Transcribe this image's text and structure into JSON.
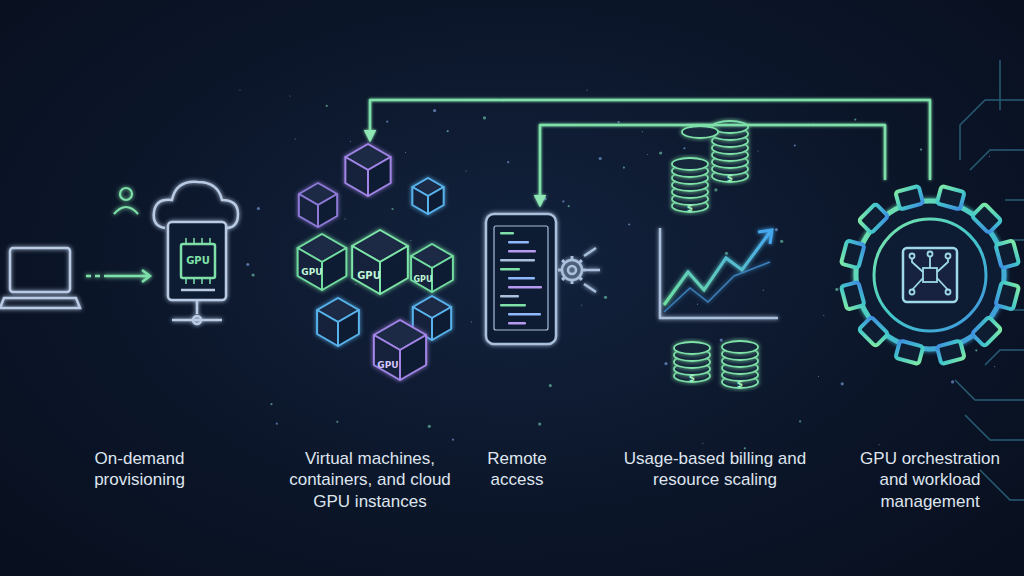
{
  "diagram": {
    "nodes": [
      {
        "text": [
          "On-demand provisioning"
        ]
      },
      {
        "text": [
          "Virtual machines, containers, and cloud GPU instances"
        ]
      },
      {
        "text": [
          "Remote access"
        ]
      },
      {
        "text": [
          "Usage-based billing and resource scaling"
        ]
      },
      {
        "text": [
          "GPU orchestration and workload management"
        ]
      }
    ],
    "edges": [
      {
        "from": 0,
        "to": 1,
        "arrow": "to"
      },
      {
        "from": 1,
        "to": 2,
        "arrow": "to"
      },
      {
        "from": 2,
        "to": 3,
        "arrow": "to"
      },
      {
        "from": 3,
        "to": 4,
        "arrow": "to"
      },
      {
        "from": 4,
        "to": 1,
        "arrow": "to"
      },
      {
        "from": 4,
        "to": 2,
        "arrow": "to"
      },
      {
        "from": 4,
        "to": 3,
        "arrow": "to"
      },
      {
        "from": 1,
        "to": 4,
        "arrow": "to"
      }
    ],
    "labels": [
      "GPU",
      "GPU",
      "GPU",
      "GPU",
      "GPU",
      "$",
      "$",
      "$",
      "$"
    ]
  }
}
